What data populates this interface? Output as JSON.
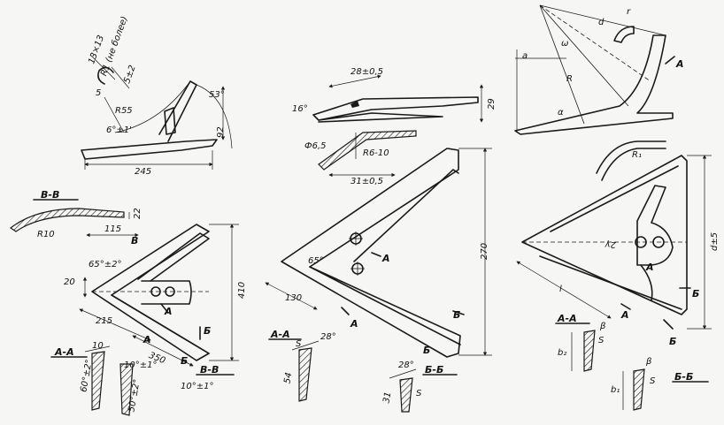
{
  "labels": {
    "d13x13": "13×13",
    "r1": "R1 (не более)",
    "d5": "5",
    "d5_2": "5±2",
    "r55": "R55",
    "a53": "53°",
    "a6": "6°±1'",
    "d92": "92",
    "d245": "245",
    "secBB": "В-В",
    "r10": "R10",
    "d22": "22",
    "d115": "115",
    "B": "В",
    "a65a": "65°±2°",
    "d20": "20",
    "A1": "А",
    "d410": "410",
    "d215": "215",
    "A2": "А",
    "B6a": "Б",
    "secAA1": "А-А",
    "d10": "10",
    "a60": "60°±2°",
    "a10a": "10°±1°",
    "d350": "350",
    "B6b": "Б",
    "secBB2": "В-В",
    "a10b": "10°±1°",
    "a50": "50°±2°",
    "d28": "28±0,5",
    "a16": "16°",
    "d29": "29",
    "phi": "Ф6,5",
    "r6": "R6-10",
    "d31": "31±0,5",
    "d270": "270",
    "a65b": "65°",
    "A3": "А",
    "d130": "130",
    "A4": "А",
    "secAA2": "А-А",
    "s1": "S",
    "a28": "28°",
    "d54": "54",
    "B6c": "Б",
    "a28b": "28°",
    "B6d": "Б",
    "secBB3": "Б-Б",
    "d31b": "31",
    "s2": "S",
    "a_top": "a",
    "omega": "ω",
    "R": "R",
    "d_lbl": "d",
    "r_lbl": "r",
    "A5": "А",
    "alpha": "α",
    "R1": "R₁",
    "dpm5": "d±5",
    "gamma": "2γ",
    "A6": "А",
    "A7": "А",
    "l": "l",
    "B6e": "Б",
    "secAA3": "А-А",
    "beta1": "β",
    "s3": "S",
    "b2": "b₂",
    "B6f": "Б",
    "beta2": "β",
    "b1": "b₁",
    "s4": "S",
    "secBB4": "Б-Б"
  }
}
